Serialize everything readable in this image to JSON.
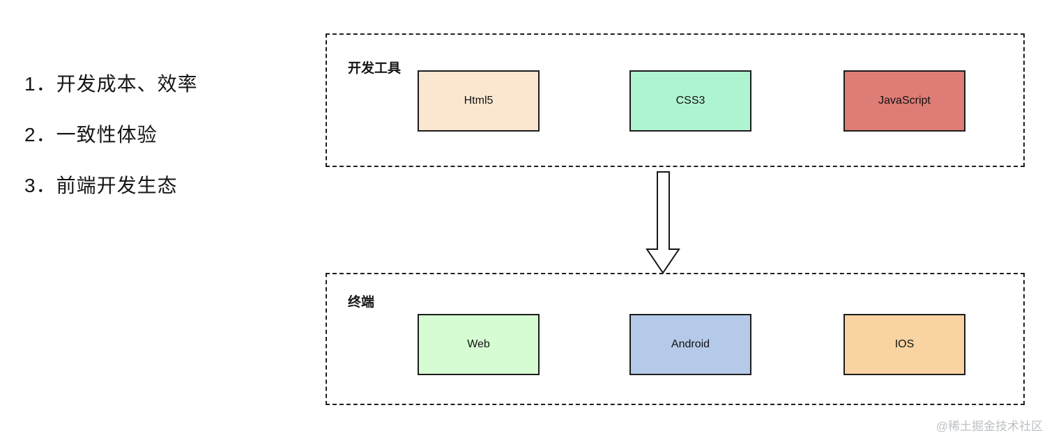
{
  "page": {
    "background": "#ffffff",
    "watermark": "@稀土掘金技术社区"
  },
  "list": {
    "items": [
      {
        "text": "1．开发成本、效率"
      },
      {
        "text": "2．一致性体验"
      },
      {
        "text": "3．前端开发生态"
      }
    ]
  },
  "diagram": {
    "groups": [
      {
        "label": "开发工具",
        "nodes": [
          {
            "label": "Html5",
            "color": "#fbe7cf"
          },
          {
            "label": "CSS3",
            "color": "#aff4d0"
          },
          {
            "label": "JavaScript",
            "color": "#de7d75"
          }
        ]
      },
      {
        "label": "终端",
        "nodes": [
          {
            "label": "Web",
            "color": "#d5fcd2"
          },
          {
            "label": "Android",
            "color": "#b5cae8"
          },
          {
            "label": "IOS",
            "color": "#f9d3a1"
          }
        ]
      }
    ],
    "arrow": {
      "direction": "down",
      "fill": "#ffffff",
      "stroke": "#161616"
    }
  }
}
